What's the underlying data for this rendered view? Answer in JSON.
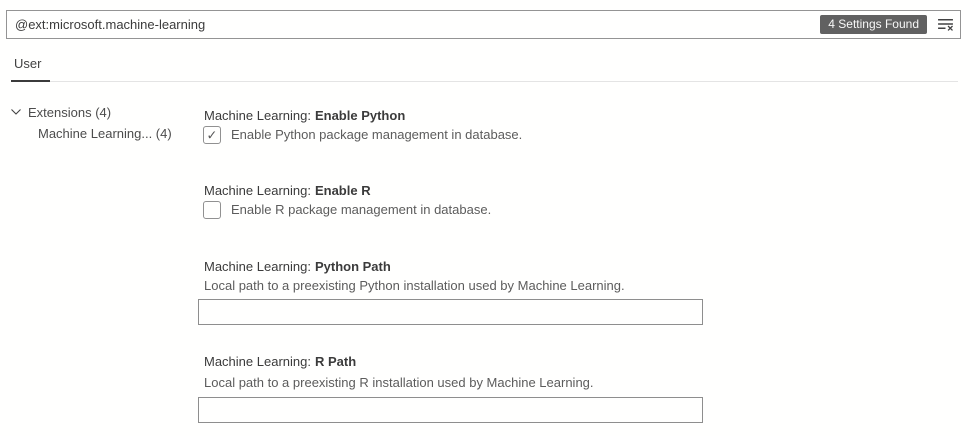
{
  "search": {
    "value": "@ext:microsoft.machine-learning",
    "results_badge": "4 Settings Found",
    "clear_icon": "clear-search-filter-icon"
  },
  "tabs": [
    {
      "label": "User",
      "active": true
    }
  ],
  "tree": {
    "items": [
      {
        "label": "Extensions (4)",
        "level": 1,
        "expanded": true,
        "icon": "chevron-down-icon"
      },
      {
        "label": "Machine Learning... (4)",
        "level": 2
      }
    ]
  },
  "settings": [
    {
      "category": "Machine Learning:",
      "name": "Enable Python",
      "type": "checkbox",
      "checked": true,
      "check_glyph": "✓",
      "description": "Enable Python package management in database."
    },
    {
      "category": "Machine Learning:",
      "name": "Enable R",
      "type": "checkbox",
      "checked": false,
      "check_glyph": "",
      "description": "Enable R package management in database."
    },
    {
      "category": "Machine Learning:",
      "name": "Python Path",
      "type": "text",
      "value": "",
      "description": "Local path to a preexisting Python installation used by Machine Learning."
    },
    {
      "category": "Machine Learning:",
      "name": "R Path",
      "type": "text",
      "value": "",
      "description": "Local path to a preexisting R installation used by Machine Learning."
    }
  ],
  "colors": {
    "background": "#fffffe",
    "search_border": "#949494",
    "badge_background": "#616161",
    "badge_text": "#f8f8f8",
    "text": "#3b3b3b",
    "description_text": "#5c5c5c",
    "tab_separator": "#e4e4e4",
    "tab_indicator": "#3b3b3b",
    "checkbox_border": "#919191",
    "input_border": "#8e8e8e"
  }
}
